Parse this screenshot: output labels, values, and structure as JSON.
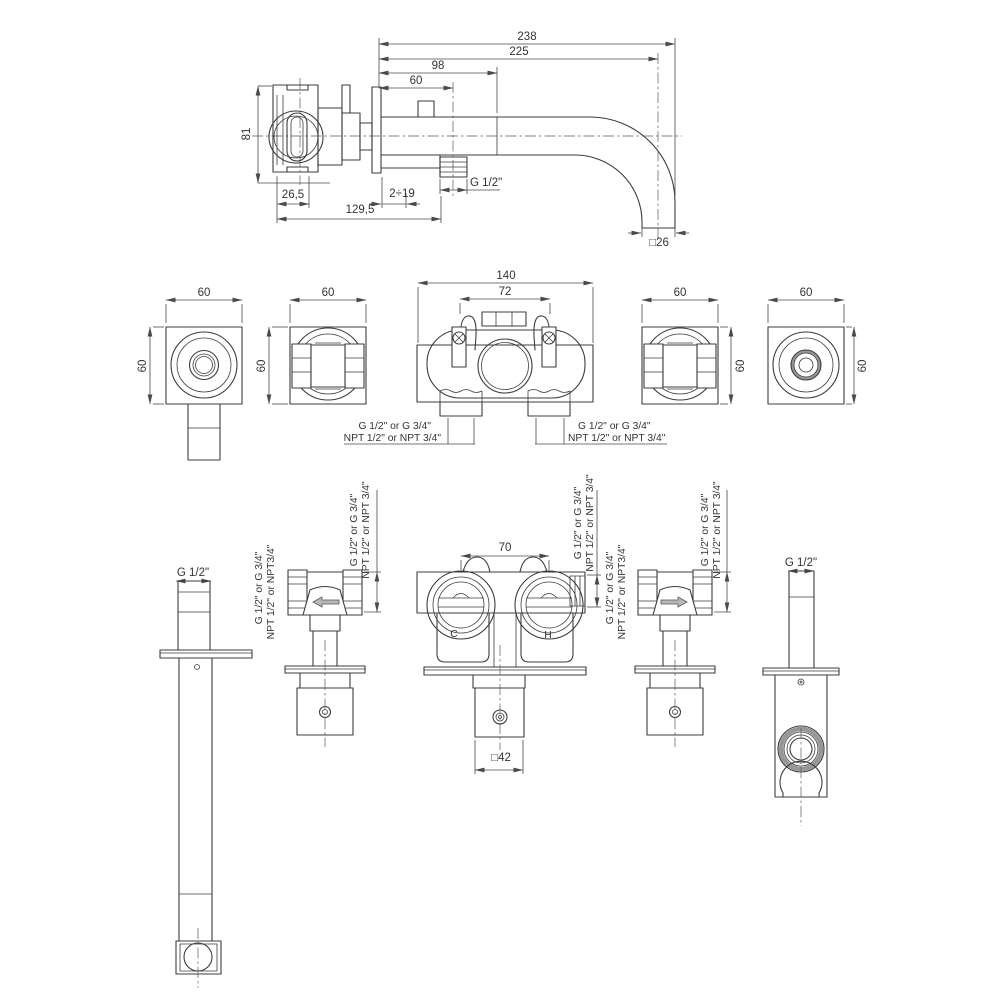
{
  "colors": {
    "background": "#ffffff",
    "line": "#3c3c3c",
    "dim_line": "#4a4a4a",
    "text": "#333333",
    "arrow_fill": "#b8b8b8"
  },
  "top": {
    "d_overall": "238",
    "d_spout_axis": "225",
    "d_body": "98",
    "d_inlet": "60",
    "d_height": "81",
    "d_handle": "26,5",
    "d_total": "129,5",
    "d_wall": "2÷19",
    "thread": "G 1/2\"",
    "spout_sq": "□26"
  },
  "mid": {
    "a_w": "60",
    "a_h": "60",
    "b_w": "60",
    "b_h": "60",
    "c_w": "140",
    "c_ports": "72",
    "d_w": "60",
    "d_h": "60",
    "e_w": "60",
    "e_h": "60",
    "inl_l1": "G 1/2\" or G 3/4\"",
    "inl_l2": "NPT 1/2\" or NPT 3/4\"",
    "inr_l1": "G 1/2\" or G 3/4\"",
    "inr_l2": "NPT 1/2\" or NPT 3/4\""
  },
  "bot": {
    "f_thread": "G 1/2\"",
    "g_ll1": "G 1/2\" or G 3/4\"",
    "g_ll2": "NPT 1/2\" or NPT3/4\"",
    "g_rl1": "G 1/2\" or G 3/4\"",
    "g_rl2": "NPT 1/2\" or NPT 3/4\"",
    "h_ports": "70",
    "h_rl1": "G 1/2\" or G 3/4\"",
    "h_rl2": "NPT 1/2\" or NPT 3/4\"",
    "h_cold": "C",
    "h_hot": "H",
    "h_sq": "□42",
    "i_ll1": "G 1/2\" or G 3/4\"",
    "i_ll2": "NPT 1/2\" or NPT3/4\"",
    "i_rl1": "G 1/2\" or G 3/4\"",
    "i_rl2": "NPT 1/2\" or NPT 3/4\"",
    "j_thread": "G 1/2\""
  }
}
